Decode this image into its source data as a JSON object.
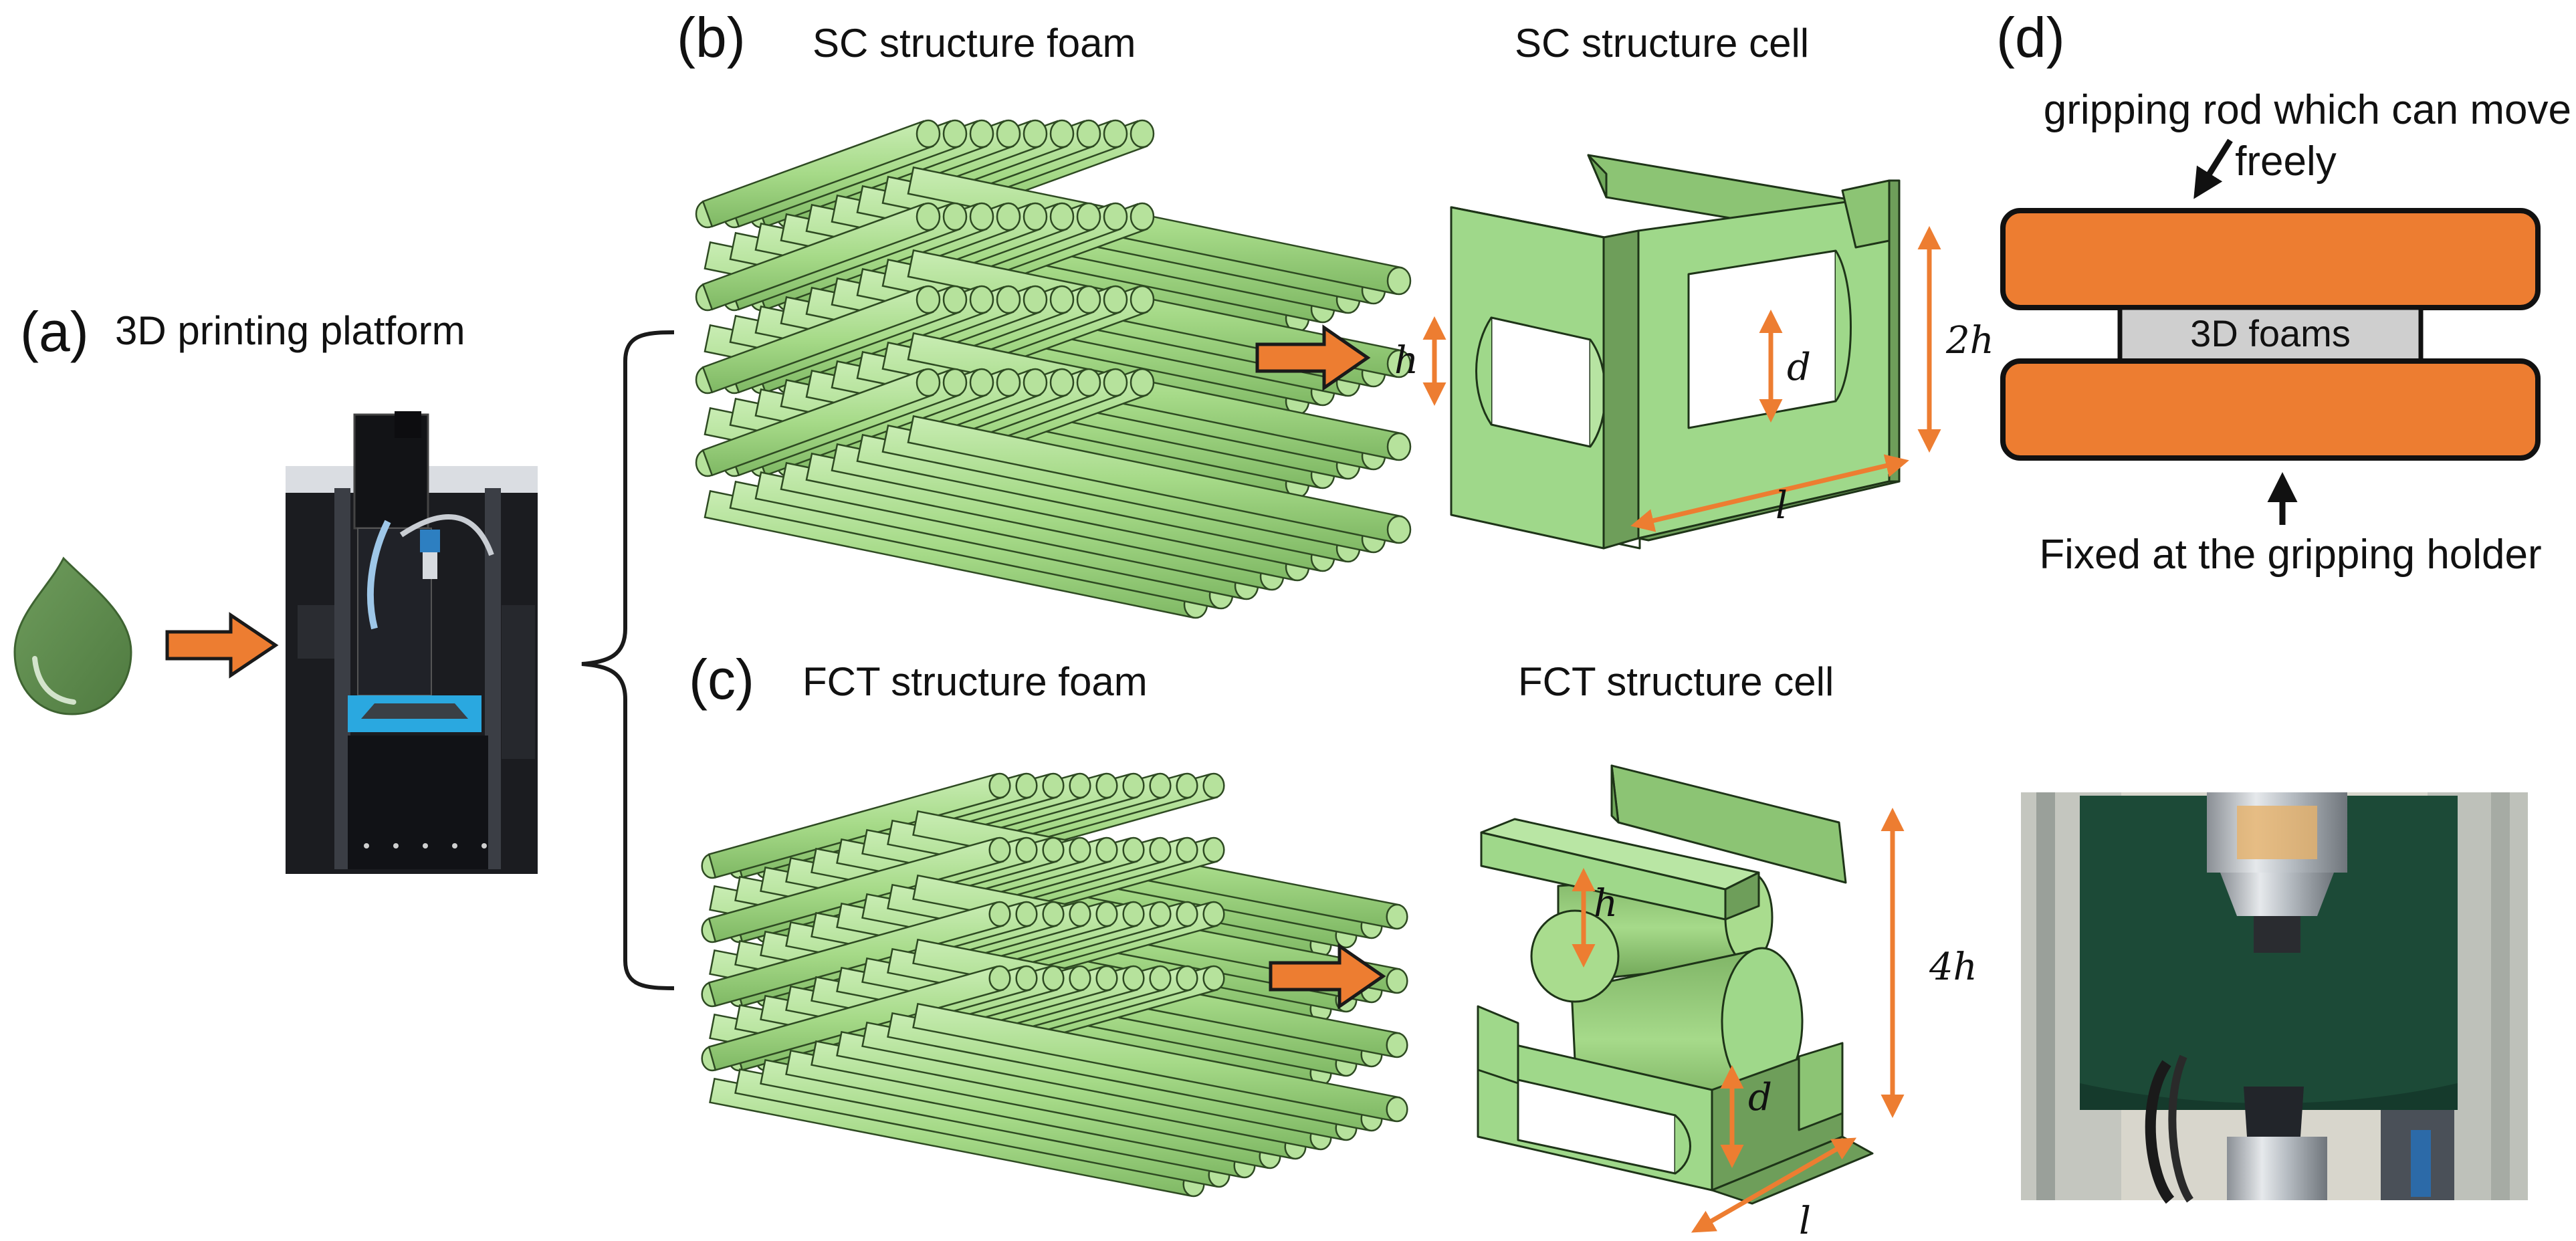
{
  "panels": {
    "a": {
      "letter": "(a)",
      "title": "3D printing platform"
    },
    "b": {
      "letter": "(b)",
      "title": "SC structure foam",
      "cell_title": "SC structure cell"
    },
    "c": {
      "letter": "(c)",
      "title": "FCT structure foam",
      "cell_title": "FCT structure cell"
    },
    "d": {
      "letter": "(d)",
      "top_label_line1": "gripping rod which can move",
      "top_label_line2": "freely",
      "sample_label": "3D foams",
      "bottom_label": "Fixed at the gripping holder"
    }
  },
  "sc_cell_dims": {
    "h": "h",
    "d": "d",
    "two_h": "2h",
    "l": "l"
  },
  "fct_cell_dims": {
    "h": "h",
    "d": "d",
    "four_h": "4h",
    "l": "l"
  },
  "colors": {
    "accent": "#ED7D31",
    "rod_fill": "#A9DC8E",
    "rod_edge": "#2E4A22",
    "cell_fill": "#9FD88A",
    "droplet": "#5E8C4E",
    "sample": "#CFCFCF"
  }
}
